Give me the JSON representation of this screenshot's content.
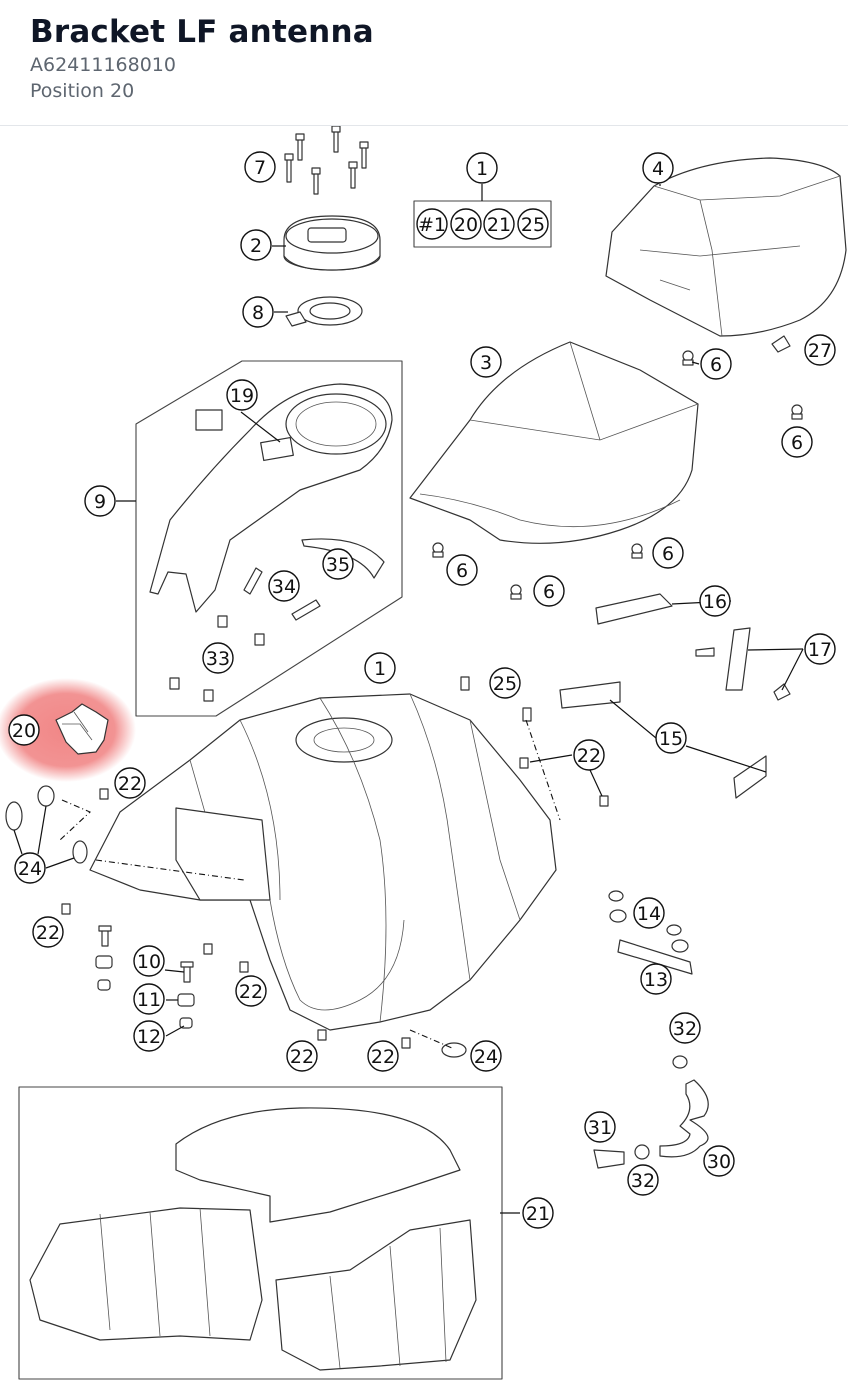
{
  "header": {
    "title": "Bracket LF antenna",
    "part_number": "A62411168010",
    "position": "Position 20"
  },
  "diagram": {
    "highlight_color": "#f08080",
    "highlighted_callout": "20",
    "kit_labels": [
      "#1",
      "20",
      "21",
      "25"
    ],
    "callouts": {
      "c7": "7",
      "c1a": "1",
      "c4": "4",
      "c2": "2",
      "c8": "8",
      "c19": "19",
      "c3": "3",
      "c6a": "6",
      "c27": "27",
      "c6b": "6",
      "c9": "9",
      "c35": "35",
      "c34": "34",
      "c6c": "6",
      "c6d": "6",
      "c6e": "6",
      "c16": "16",
      "c17": "17",
      "c33": "33",
      "c1b": "1",
      "c25": "25",
      "c15": "15",
      "c20": "20",
      "c22a": "22",
      "c22b": "22",
      "c24a": "24",
      "c22c": "22",
      "c14": "14",
      "c10": "10",
      "c13": "13",
      "c22d": "22",
      "c11": "11",
      "c12": "12",
      "c22e": "22",
      "c22f": "22",
      "c24b": "24",
      "c32a": "32",
      "c21": "21",
      "c31": "31",
      "c30": "30",
      "c32b": "32"
    }
  }
}
